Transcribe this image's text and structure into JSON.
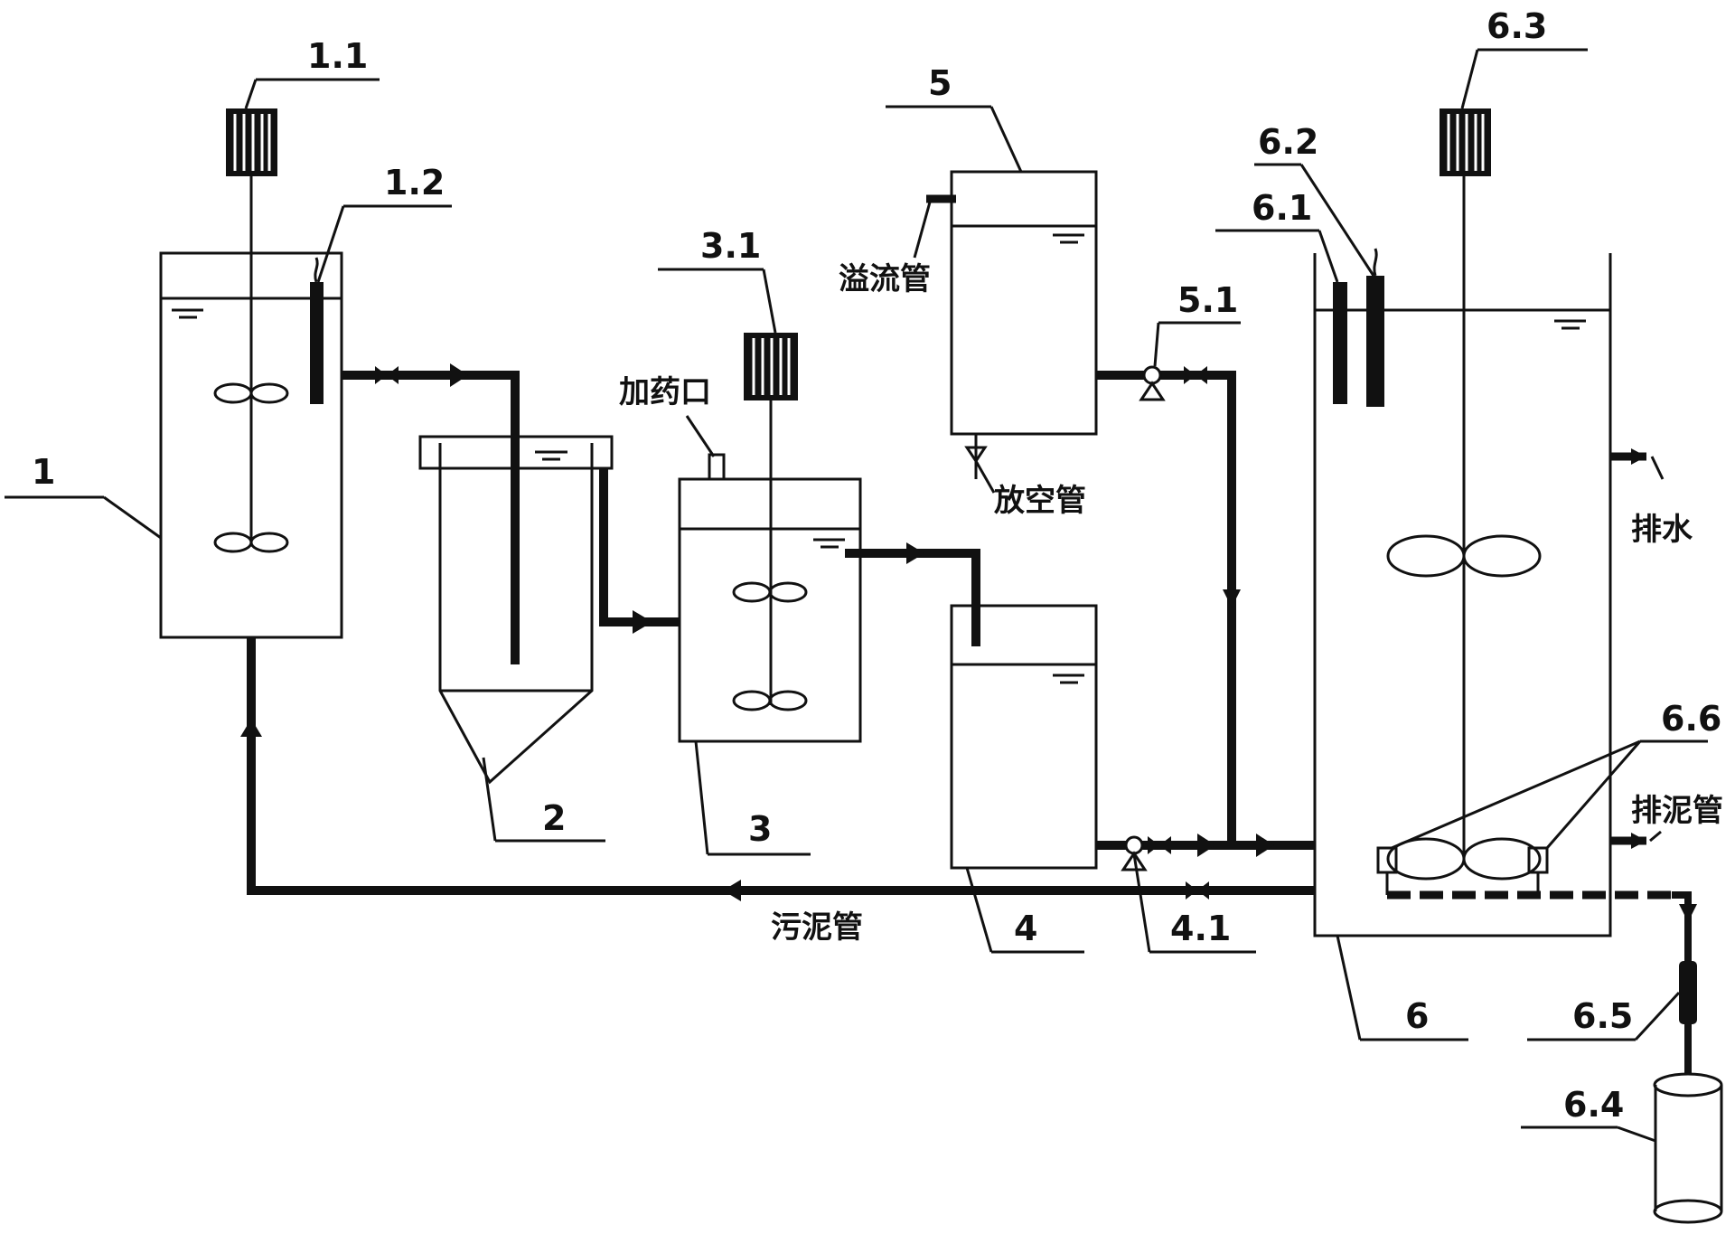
{
  "labels": {
    "tank1": "1",
    "motor1": "1.1",
    "probe1": "1.2",
    "tank2": "2",
    "tank3": "3",
    "motor3": "3.1",
    "tank4": "4",
    "pump4": "4.1",
    "tank5": "5",
    "pump5": "5.1",
    "tank6": "6",
    "probe61": "6.1",
    "probe62": "6.2",
    "motor63": "6.3",
    "vessel64": "6.4",
    "pump65": "6.5",
    "aerator66": "6.6"
  },
  "text": {
    "dosing_port": "加药口",
    "overflow_pipe": "溢流管",
    "vent_pipe": "放空管",
    "drain": "排水",
    "sludge_discharge_pipe": "排泥管",
    "sludge_pipe": "污泥管"
  },
  "colors": {
    "ink": "#111111",
    "background": "#ffffff"
  }
}
